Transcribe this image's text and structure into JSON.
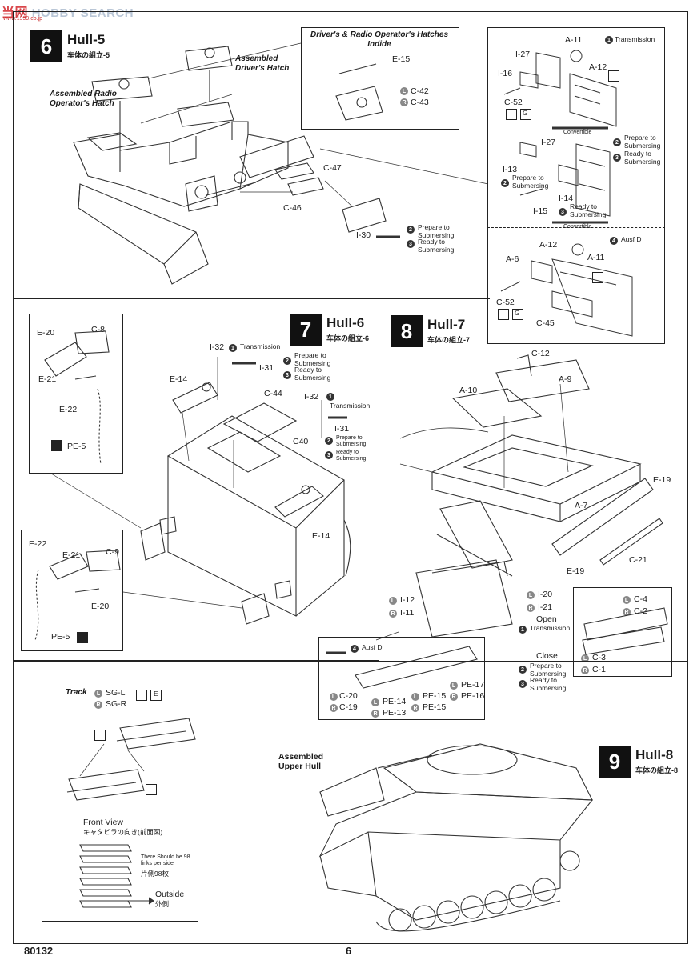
{
  "watermark": {
    "cn": "当网",
    "en": "HOBBY SEARCH",
    "sub": "www.1999.co.jp"
  },
  "step6": {
    "number": "6",
    "title": "Hull-5",
    "subtitle": "车体の組立-5",
    "hatch_box_title": "Driver's & Radio Operator's Hatches Indide",
    "assembled_radio": "Assembled Radio Operator's Hatch",
    "assembled_driver": "Assembled Driver's Hatch",
    "parts": [
      "E-15",
      "C-42",
      "C-43",
      "C-47",
      "C-46",
      "I-30"
    ],
    "opt_prepare": "Prepare to Submersing",
    "opt_ready": "Ready to Submersing"
  },
  "side_panel": {
    "transmission": "Transmission",
    "prepare": "Prepare to Submersing",
    "ready": "Ready to Submersing",
    "ausf_d": "Ausf D",
    "convertible": "Convertible",
    "parts_a": [
      "A-11",
      "I-27",
      "A-12",
      "I-16",
      "C-52",
      "G"
    ],
    "parts_b": [
      "I-27",
      "I-13",
      "I-14",
      "I-15"
    ],
    "parts_c": [
      "A-12",
      "A-6",
      "A-11",
      "C-52",
      "G",
      "C-45"
    ]
  },
  "step7": {
    "number": "7",
    "title": "Hull-6",
    "subtitle": "车体の組立-6",
    "parts": [
      "E-20",
      "C-8",
      "E-21",
      "E-22",
      "PE-5",
      "I-32",
      "I-31",
      "E-14",
      "C-44",
      "C40",
      "E-22",
      "E-21",
      "C-9",
      "E-20",
      "PE-5"
    ],
    "transmission": "Transmission",
    "prepare": "Prepare to Submersing",
    "ready": "Ready to Submersing"
  },
  "step8": {
    "number": "8",
    "title": "Hull-7",
    "subtitle": "车体の組立-7",
    "parts": [
      "C-12",
      "A-9",
      "A-10",
      "E-19",
      "A-7",
      "C-21",
      "E-19",
      "I-12",
      "I-11",
      "I-20",
      "I-21",
      "C-4",
      "C-2",
      "C-3",
      "C-1",
      "C-20",
      "C-19",
      "PE-14",
      "PE-13",
      "PE-15",
      "PE-15",
      "PE-17",
      "PE-16"
    ],
    "open": "Open",
    "close": "Close",
    "transmission": "Transmission",
    "prepare": "Prepare to Submersing",
    "ready": "Ready to Submersing",
    "ausf_d": "Ausf D"
  },
  "step9": {
    "number": "9",
    "title": "Hull-8",
    "subtitle": "车体の組立-8",
    "assembled_upper": "Assembled Upper Hull",
    "track_label": "Track",
    "track_l": "SG-L",
    "track_r": "SG-R",
    "track_sprue": "E",
    "front_view": "Front View",
    "front_view_jp": "キャタピラの向き(前面図)",
    "links_note": "There Should be 98 links per side",
    "links_jp": "片側98枚",
    "outside": "Outside",
    "outside_jp": "外側"
  },
  "footer": {
    "code": "80132",
    "page": "6"
  }
}
